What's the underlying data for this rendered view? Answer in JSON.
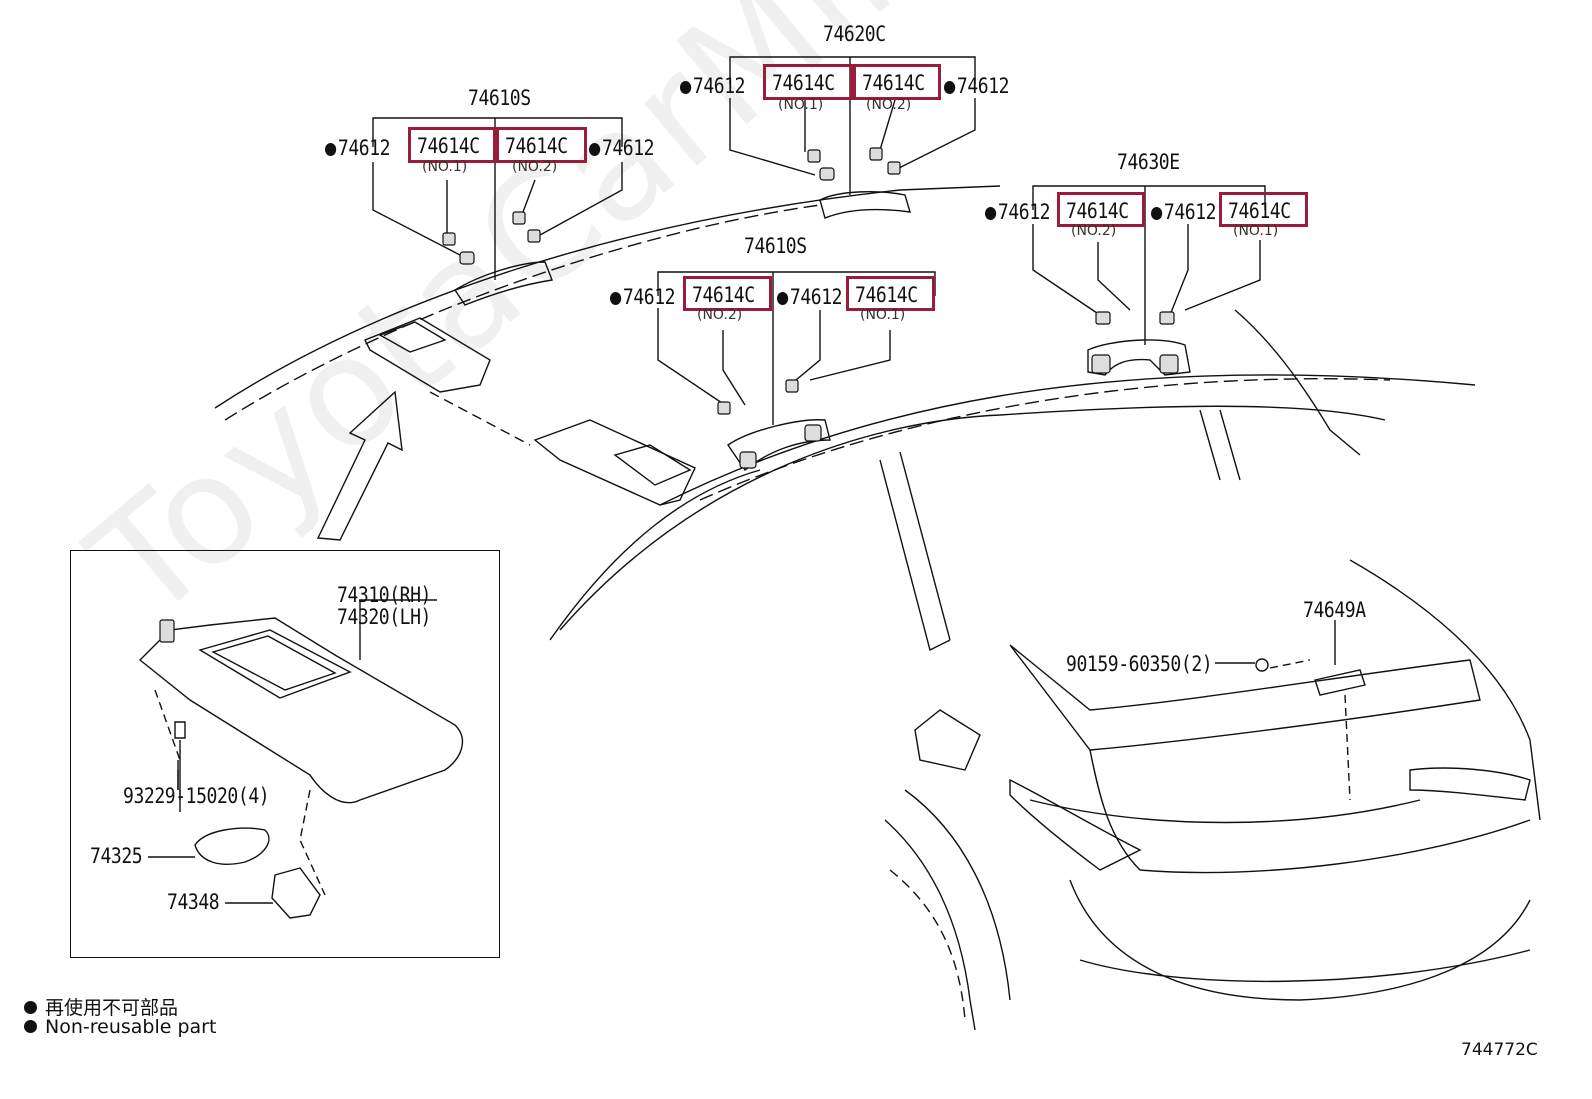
{
  "watermark": "ToyotaCarMire.ru",
  "diagram_code": "744772C",
  "colors": {
    "highlight": "#9b1b3b",
    "line": "#111111",
    "watermark": "rgba(0,0,0,0.06)"
  },
  "legend": {
    "jp": "再使用不可部品",
    "en": "Non-reusable part"
  },
  "groups": {
    "g74620c": {
      "title": "74620C",
      "left_clip": "74612",
      "right_clip": "74612",
      "highlight_1": "74614C",
      "highlight_1_sub": "(NO.1)",
      "highlight_2": "74614C",
      "highlight_2_sub": "(NO.2)"
    },
    "g74610s_a": {
      "title": "74610S",
      "left_clip": "74612",
      "right_clip": "74612",
      "highlight_1": "74614C",
      "highlight_1_sub": "(NO.1)",
      "highlight_2": "74614C",
      "highlight_2_sub": "(NO.2)"
    },
    "g74610s_b": {
      "title": "74610S",
      "left_clip": "74612",
      "mid_clip": "74612",
      "highlight_1": "74614C",
      "highlight_1_sub": "(NO.2)",
      "highlight_2": "74614C",
      "highlight_2_sub": "(NO.1)"
    },
    "g74630e": {
      "title": "74630E",
      "left_clip": "74612",
      "mid_clip": "74612",
      "highlight_1": "74614C",
      "highlight_1_sub": "(NO.2)",
      "highlight_2": "74614C",
      "highlight_2_sub": "(NO.1)"
    }
  },
  "inset": {
    "visor_rh": "74310(RH)",
    "visor_lh": "74320(LH)",
    "screw": "93229-15020(4)",
    "cover": "74325",
    "holder": "74348"
  },
  "rear": {
    "part": "74649A",
    "screw": "90159-60350(2)"
  }
}
